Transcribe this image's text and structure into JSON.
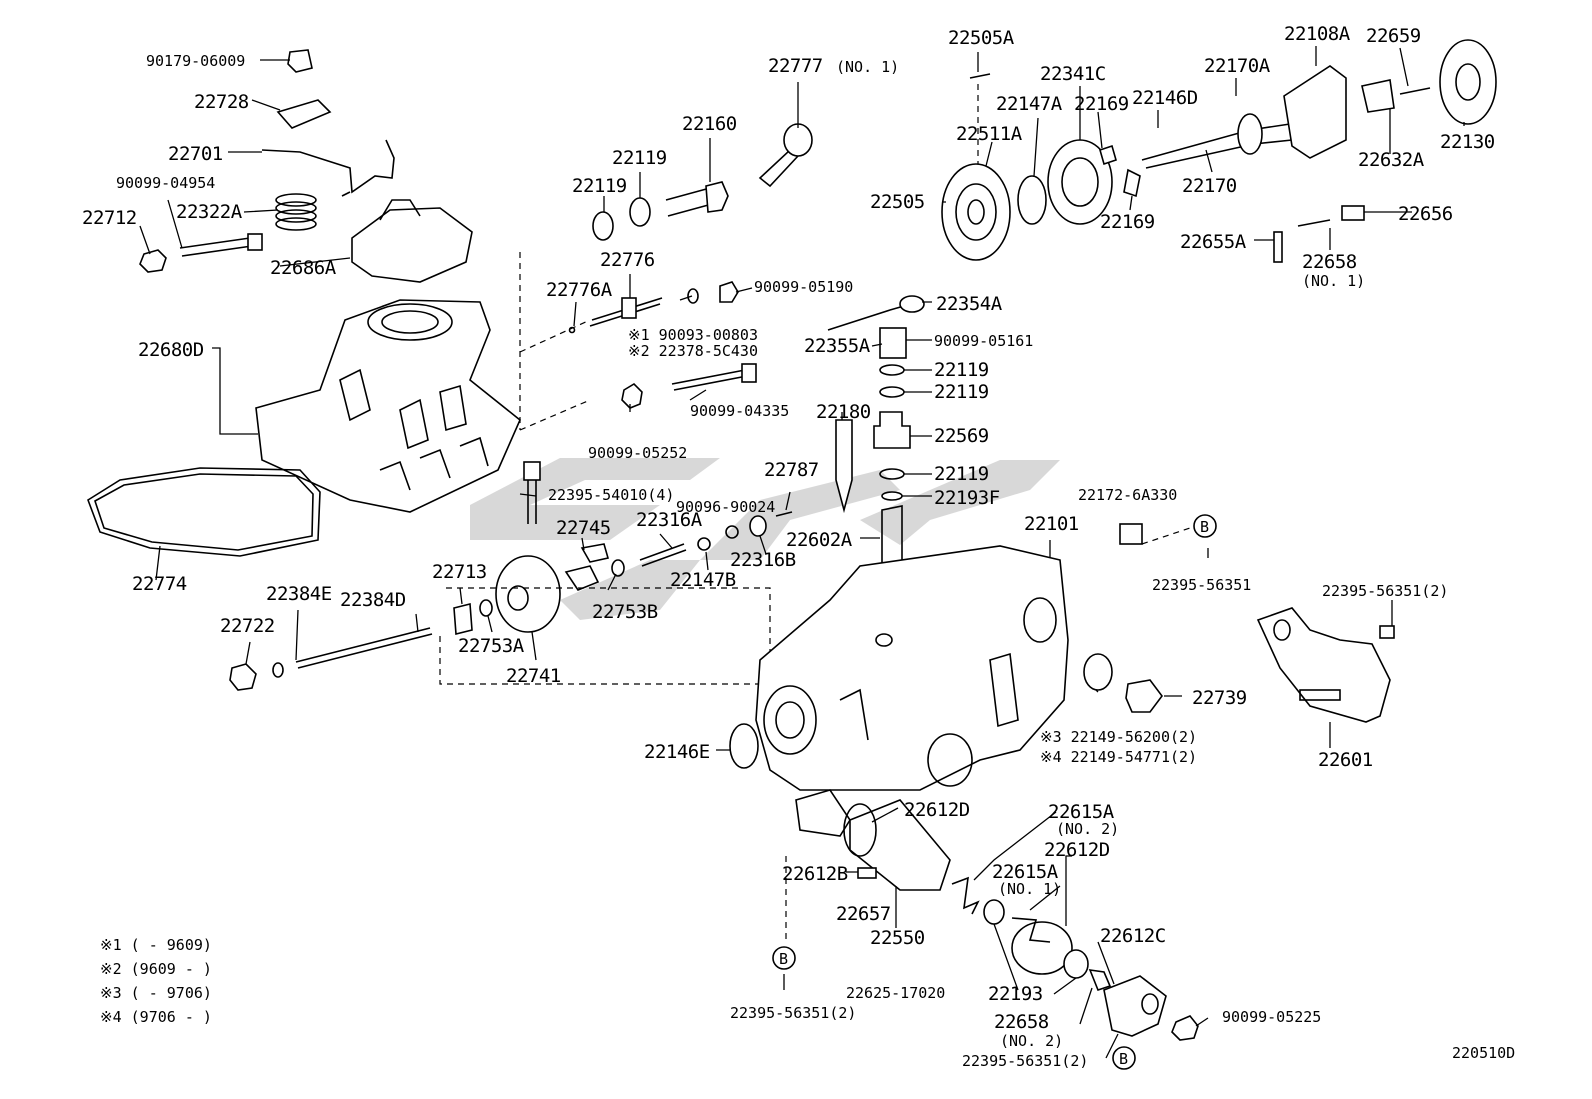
{
  "callouts": {
    "p90179_06009": "90179-06009",
    "p22728": "22728",
    "p22701": "22701",
    "p90099_04954": "90099-04954",
    "p22712": "22712",
    "p22322A": "22322A",
    "p22686A": "22686A",
    "p22680D": "22680D",
    "p22774": "22774",
    "p22777": "22777",
    "p22777_note": "(NO. 1)",
    "p22160": "22160",
    "p22119_a": "22119",
    "p22119_b": "22119",
    "p22776": "22776",
    "p22776A": "22776A",
    "p90099_05190": "90099-05190",
    "p190093_00803": "※1 90093-00803",
    "p22378_5C430": "※2 22378-5C430",
    "p90099_04335": "90099-04335",
    "p90099_05252": "90099-05252",
    "p22395_54010": "22395-54010(4)",
    "p22745": "22745",
    "p22316A": "22316A",
    "p90096_90024": "90096-90024",
    "p22787": "22787",
    "p22316B": "22316B",
    "p22147B": "22147B",
    "p22753B": "22753B",
    "p22713": "22713",
    "p22384E": "22384E",
    "p22384D": "22384D",
    "p22722": "22722",
    "p22753A": "22753A",
    "p22741": "22741",
    "p22505A": "22505A",
    "p22341C": "22341C",
    "p22147A": "22147A",
    "p22169_a": "22169",
    "p22146D": "22146D",
    "p22170A": "22170A",
    "p22108A": "22108A",
    "p22659": "22659",
    "p22511A": "22511A",
    "p22505": "22505",
    "p22169_b": "22169",
    "p22170": "22170",
    "p22632A": "22632A",
    "p22130": "22130",
    "p22656": "22656",
    "p22655A": "22655A",
    "p22658_a": "22658",
    "p22658_a_note": "(NO. 1)",
    "p22354A": "22354A",
    "p22355A": "22355A",
    "p90099_05161": "90099-05161",
    "p22119_c": "22119",
    "p22119_d": "22119",
    "p22180": "22180",
    "p22569": "22569",
    "p22119_e": "22119",
    "p22193F": "22193F",
    "p22602A": "22602A",
    "p22101": "22101",
    "p22172_6A330": "22172-6A330",
    "p22395_56351_a": "22395-56351",
    "p22395_56351_b": "22395-56351(2)",
    "p22601": "22601",
    "p22739": "22739",
    "p22149_56200": "※3 22149-56200(2)",
    "p22149_54771": "※4 22149-54771(2)",
    "p22146E": "22146E",
    "p22612D_a": "22612D",
    "p22612B": "22612B",
    "p22657": "22657",
    "p22550": "22550",
    "p22615A_a": "22615A",
    "p22615A_a_note": "(NO. 2)",
    "p22612D_b": "22612D",
    "p22615A_b": "22615A",
    "p22615A_b_note": "(NO. 1)",
    "p22625_17020": "22625-17020",
    "p22193": "22193",
    "p22658_b": "22658",
    "p22658_b_note": "(NO. 2)",
    "p22612C": "22612C",
    "p90099_05225": "90099-05225",
    "p22395_56351_c": "22395-56351(2)",
    "p22395_56351_d": "22395-56351(2)",
    "ref_B": "B"
  },
  "legend": [
    "※1 (      - 9609)",
    "※2 (9609 -      )",
    "※3 (      - 9706)",
    "※4 (9706 -      )"
  ],
  "figure_code": "220510D"
}
